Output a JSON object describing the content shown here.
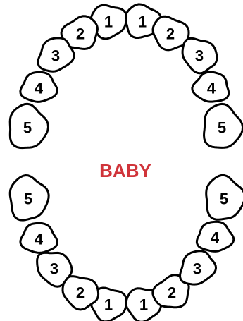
{
  "title": "BABY",
  "title_color": "#d0343a",
  "upper_arch": {
    "right_side": [
      "1",
      "2",
      "3",
      "4",
      "5"
    ],
    "left_side": [
      "1",
      "2",
      "3",
      "4",
      "5"
    ]
  },
  "lower_arch": {
    "right_side": [
      "1",
      "2",
      "3",
      "4",
      "5"
    ],
    "left_side": [
      "1",
      "2",
      "3",
      "4",
      "5"
    ]
  }
}
